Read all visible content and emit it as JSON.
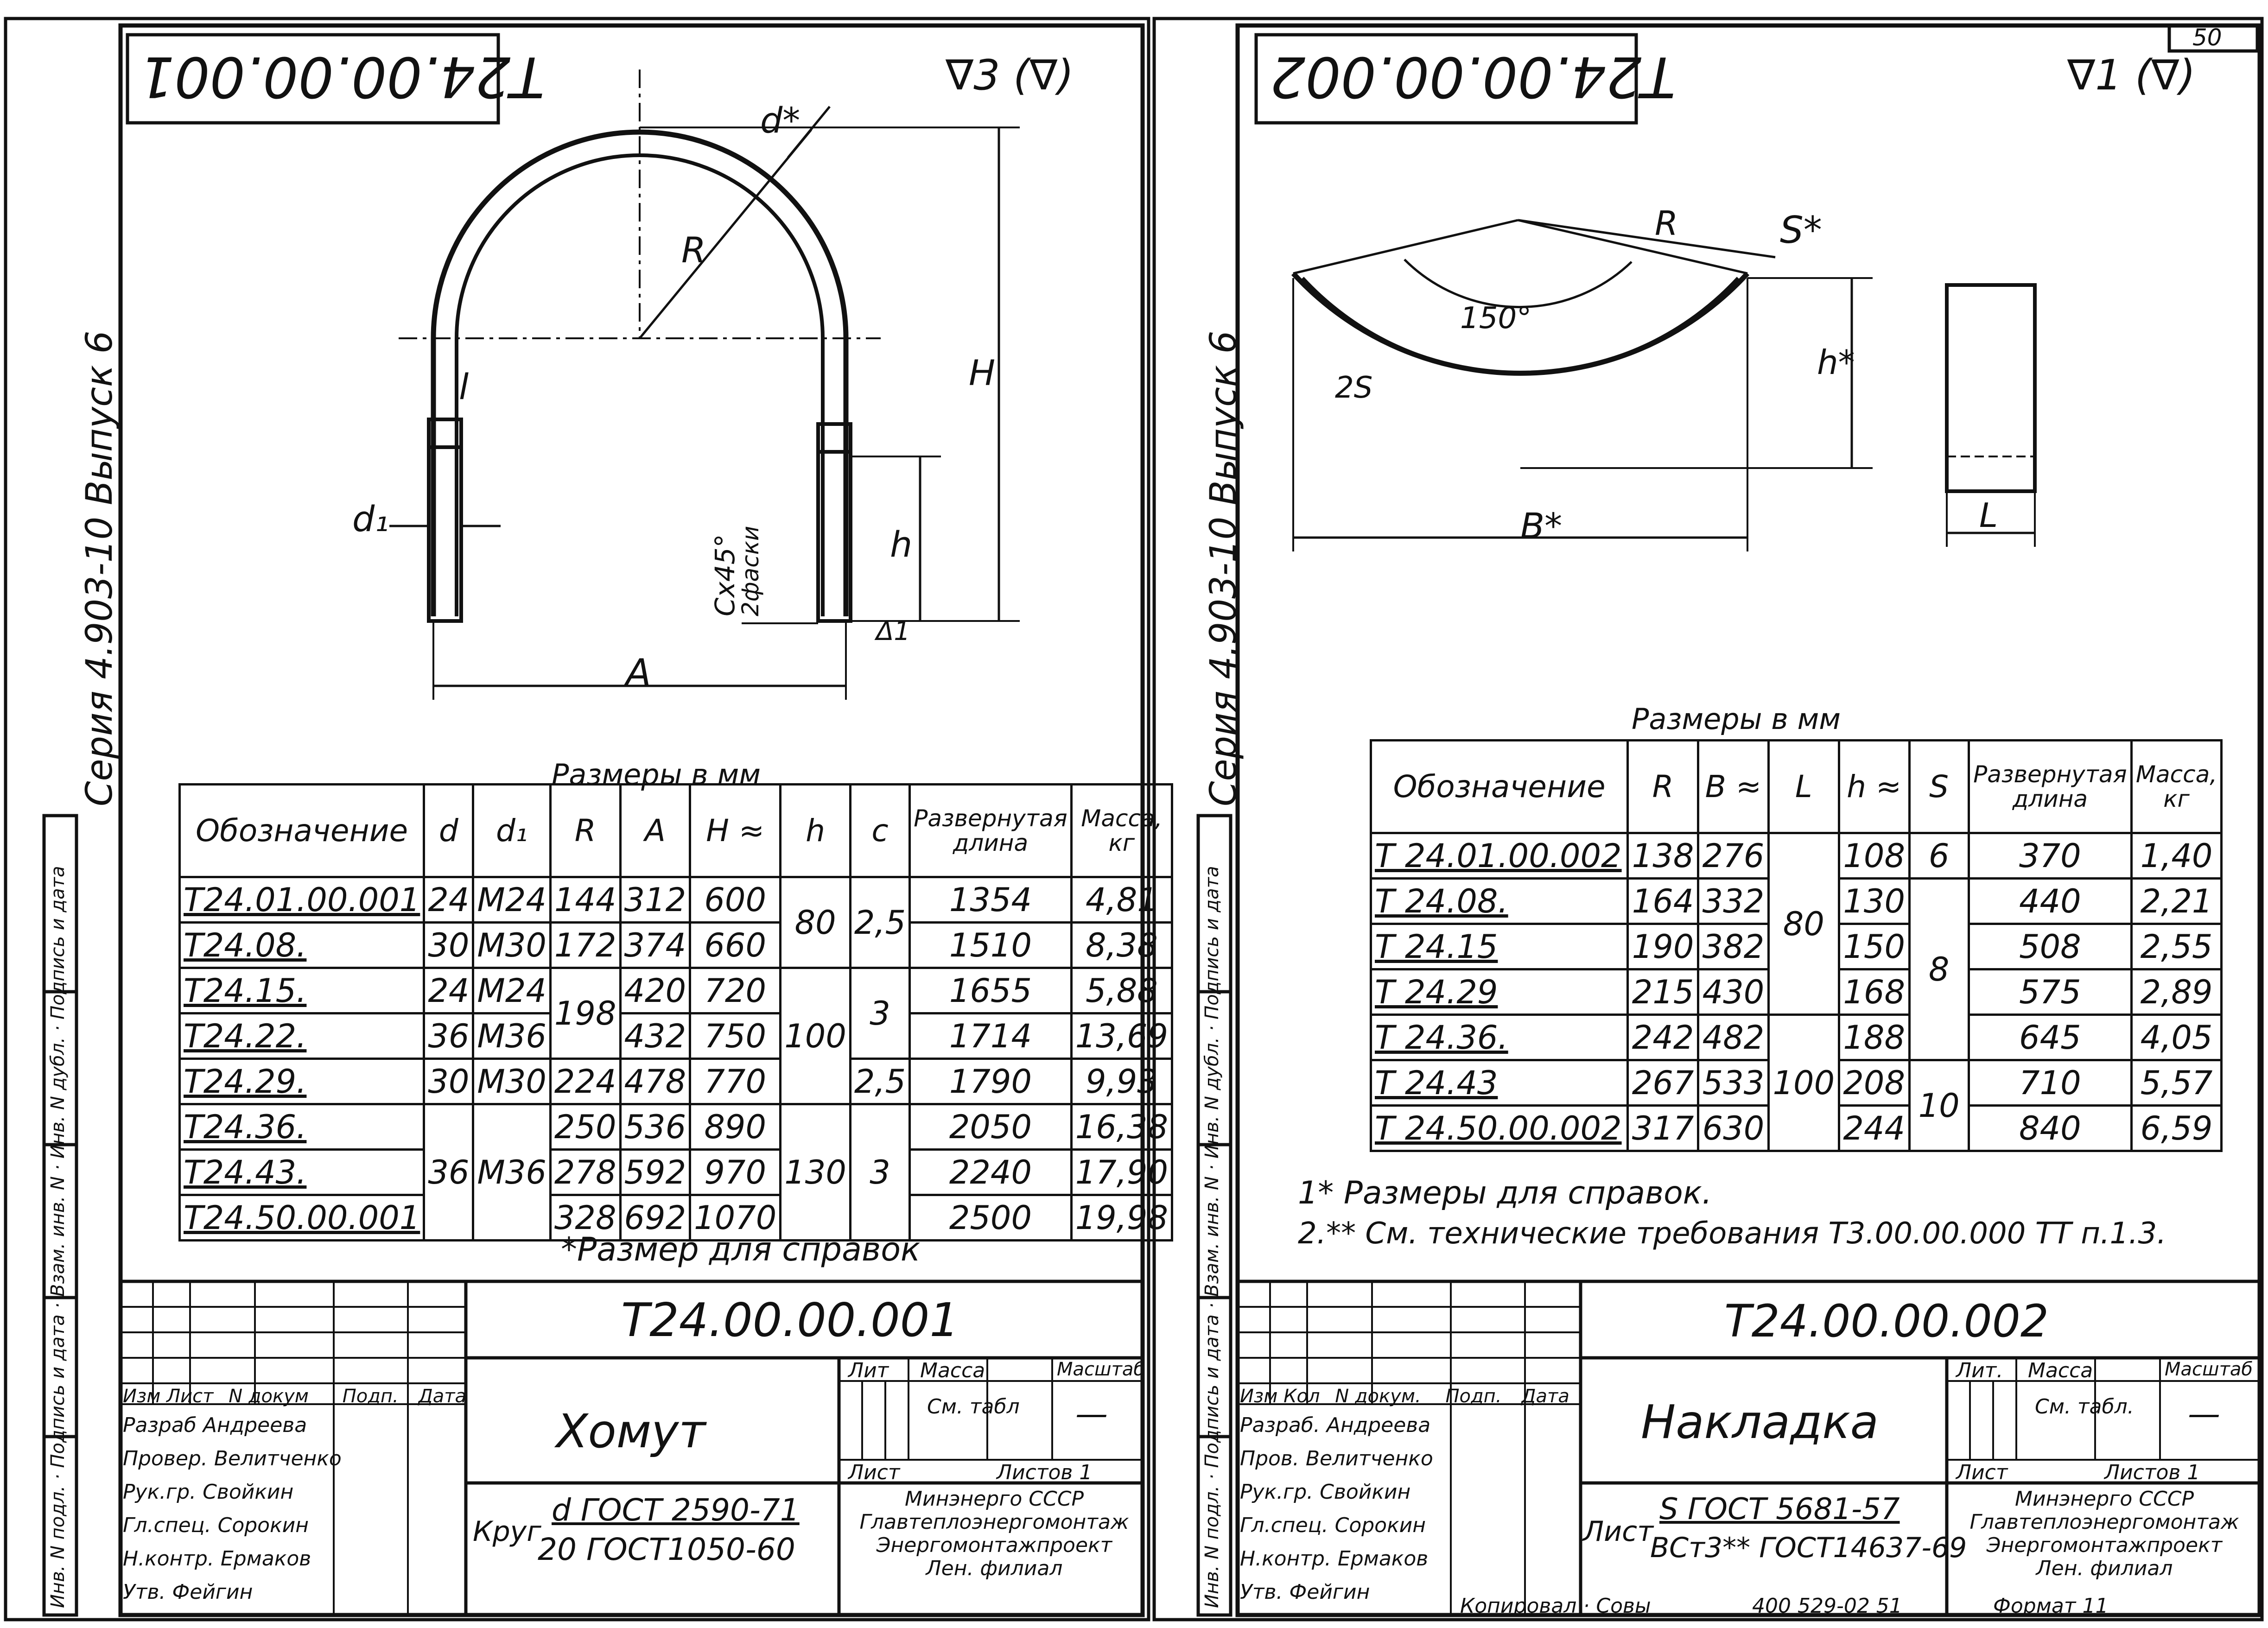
{
  "sheet_number": "50",
  "bottom_note": {
    "copied": "Копировал · Совы",
    "order": "400 529-02 51",
    "format": "Формат 11"
  },
  "left": {
    "doc_code": "Т24.00.00.001",
    "roughness": "∇3 (∇)",
    "series": "Серия 4.903-10 Выпуск 6",
    "drawing_labels": {
      "d": "d*",
      "R": "R",
      "H": "H",
      "l": "l",
      "d1": "d₁",
      "h": "h",
      "A": "A",
      "chamfer": "Cx45°",
      "chamfer2": "2фаски",
      "delta": "Δ1"
    },
    "table_caption": "Размеры в мм",
    "table_headers": [
      "Обозначение",
      "d",
      "d₁",
      "R",
      "A",
      "H ≈",
      "h",
      "c",
      "Развернутая длина",
      "Масса, кг"
    ],
    "table_rows": [
      {
        "name": "Т24.01.00.001",
        "d": "24",
        "d1": "М24",
        "R": "144",
        "A": "312",
        "H": "600",
        "h": "80",
        "c": "2,5",
        "len": "1354",
        "mass": "4,81"
      },
      {
        "name": "Т24.08.",
        "d": "30",
        "d1": "М30",
        "R": "172",
        "A": "374",
        "H": "660",
        "h": "",
        "c": "",
        "len": "1510",
        "mass": "8,38"
      },
      {
        "name": "Т24.15.",
        "d": "24",
        "d1": "М24",
        "R": "198",
        "A": "420",
        "H": "720",
        "h": "100",
        "c": "3",
        "len": "1655",
        "mass": "5,88"
      },
      {
        "name": "Т24.22.",
        "d": "36",
        "d1": "М36",
        "R": "",
        "A": "432",
        "H": "750",
        "h": "",
        "c": "",
        "len": "1714",
        "mass": "13,69"
      },
      {
        "name": "Т24.29.",
        "d": "30",
        "d1": "М30",
        "R": "224",
        "A": "478",
        "H": "770",
        "h": "",
        "c": "2,5",
        "len": "1790",
        "mass": "9,93"
      },
      {
        "name": "Т24.36.",
        "d": "36",
        "d1": "М36",
        "R": "250",
        "A": "536",
        "H": "890",
        "h": "130",
        "c": "3",
        "len": "2050",
        "mass": "16,38"
      },
      {
        "name": "Т24.43.",
        "d": "",
        "d1": "",
        "R": "278",
        "A": "592",
        "H": "970",
        "h": "",
        "c": "",
        "len": "2240",
        "mass": "17,90"
      },
      {
        "name": "Т24.50.00.001",
        "d": "",
        "d1": "",
        "R": "328",
        "A": "692",
        "H": "1070",
        "h": "",
        "c": "",
        "len": "2500",
        "mass": "19,98"
      }
    ],
    "note": "*Размер для справок",
    "title_block": {
      "code": "Т24.00.00.001",
      "name": "Хомут",
      "material_prefix": "Круг",
      "material_top": "d ГОСТ 2590-71",
      "material_bottom": "20 ГОСТ1050-60",
      "lit": "Лит",
      "mass": "Масса",
      "scale": "Масштаб",
      "mass_value": "См. табл",
      "scale_value": "—",
      "sheet": "Лист",
      "sheets": "Листов 1",
      "org": [
        "Минэнерго СССР",
        "Главтеплоэнергомонтаж",
        "Энергомонтажпроект",
        "Лен. филиал"
      ],
      "roles_header": [
        "Изм",
        "Лист",
        "N докум",
        "Подп.",
        "Дата"
      ],
      "roles": [
        {
          "role": "Разраб",
          "name": "Андреева"
        },
        {
          "role": "Провер.",
          "name": "Велитченко"
        },
        {
          "role": "Рук.гр.",
          "name": "Свойкин"
        },
        {
          "role": "Гл.спец.",
          "name": "Сорокин"
        },
        {
          "role": "Н.контр.",
          "name": "Ермаков"
        },
        {
          "role": "Утв.",
          "name": "Фейгин"
        }
      ]
    }
  },
  "right": {
    "doc_code": "Т24.00.00.002",
    "roughness": "∇1 (∇)",
    "series": "Серия 4.903-10 Выпуск 6",
    "drawing_labels": {
      "R": "R",
      "S": "S*",
      "angle": "150°",
      "h": "h*",
      "B": "B*",
      "L": "L",
      "two_s": "2S"
    },
    "table_caption": "Размеры в мм",
    "table_headers": [
      "Обозначение",
      "R",
      "B ≈",
      "L",
      "h ≈",
      "S",
      "Развернутая длина",
      "Масса, кг"
    ],
    "table_rows": [
      {
        "name": "Т 24.01.00.002",
        "R": "138",
        "B": "276",
        "L": "80",
        "h": "108",
        "S": "6",
        "len": "370",
        "mass": "1,40"
      },
      {
        "name": "Т 24.08.",
        "R": "164",
        "B": "332",
        "L": "",
        "h": "130",
        "S": "8",
        "len": "440",
        "mass": "2,21"
      },
      {
        "name": "Т 24.15",
        "R": "190",
        "B": "382",
        "L": "",
        "h": "150",
        "S": "",
        "len": "508",
        "mass": "2,55"
      },
      {
        "name": "Т 24.29",
        "R": "215",
        "B": "430",
        "L": "",
        "h": "168",
        "S": "",
        "len": "575",
        "mass": "2,89"
      },
      {
        "name": "Т 24.36.",
        "R": "242",
        "B": "482",
        "L": "100",
        "h": "188",
        "S": "10",
        "len": "645",
        "mass": "4,05"
      },
      {
        "name": "Т 24.43",
        "R": "267",
        "B": "533",
        "L": "",
        "h": "208",
        "S": "",
        "len": "710",
        "mass": "5,57"
      },
      {
        "name": "Т 24.50.00.002",
        "R": "317",
        "B": "630",
        "L": "",
        "h": "244",
        "S": "",
        "len": "840",
        "mass": "6,59"
      }
    ],
    "notes": [
      "1* Размеры для справок.",
      "2.** См. технические требования Т3.00.00.000 ТТ п.1.3."
    ],
    "title_block": {
      "code": "Т24.00.00.002",
      "name": "Накладка",
      "material_prefix": "Лист",
      "material_top": "S ГОСТ 5681-57",
      "material_bottom": "ВСт3** ГОСТ14637-69",
      "lit": "Лит.",
      "mass": "Масса",
      "scale": "Масштаб",
      "mass_value": "См. табл.",
      "scale_value": "—",
      "sheet": "Лист",
      "sheets": "Листов 1",
      "org": [
        "Минэнерго СССР",
        "Главтеплоэнергомонтаж",
        "Энергомонтажпроект",
        "Лен. филиал"
      ],
      "roles_header": [
        "Изм",
        "Кол",
        "N докум.",
        "Подп.",
        "Дата"
      ],
      "roles": [
        {
          "role": "Разраб.",
          "name": "Андреева"
        },
        {
          "role": "Пров.",
          "name": "Велитченко"
        },
        {
          "role": "Рук.гр.",
          "name": "Свойкин"
        },
        {
          "role": "Гл.спец.",
          "name": "Сорокин"
        },
        {
          "role": "Н.контр.",
          "name": "Ермаков"
        },
        {
          "role": "Утв.",
          "name": "Фейгин"
        }
      ]
    }
  },
  "side_stamp": [
    "Инв. N подл.",
    "Подпись и дата",
    "Взам. инв. N",
    "Инв. N дубл.",
    "Подпись и дата"
  ]
}
